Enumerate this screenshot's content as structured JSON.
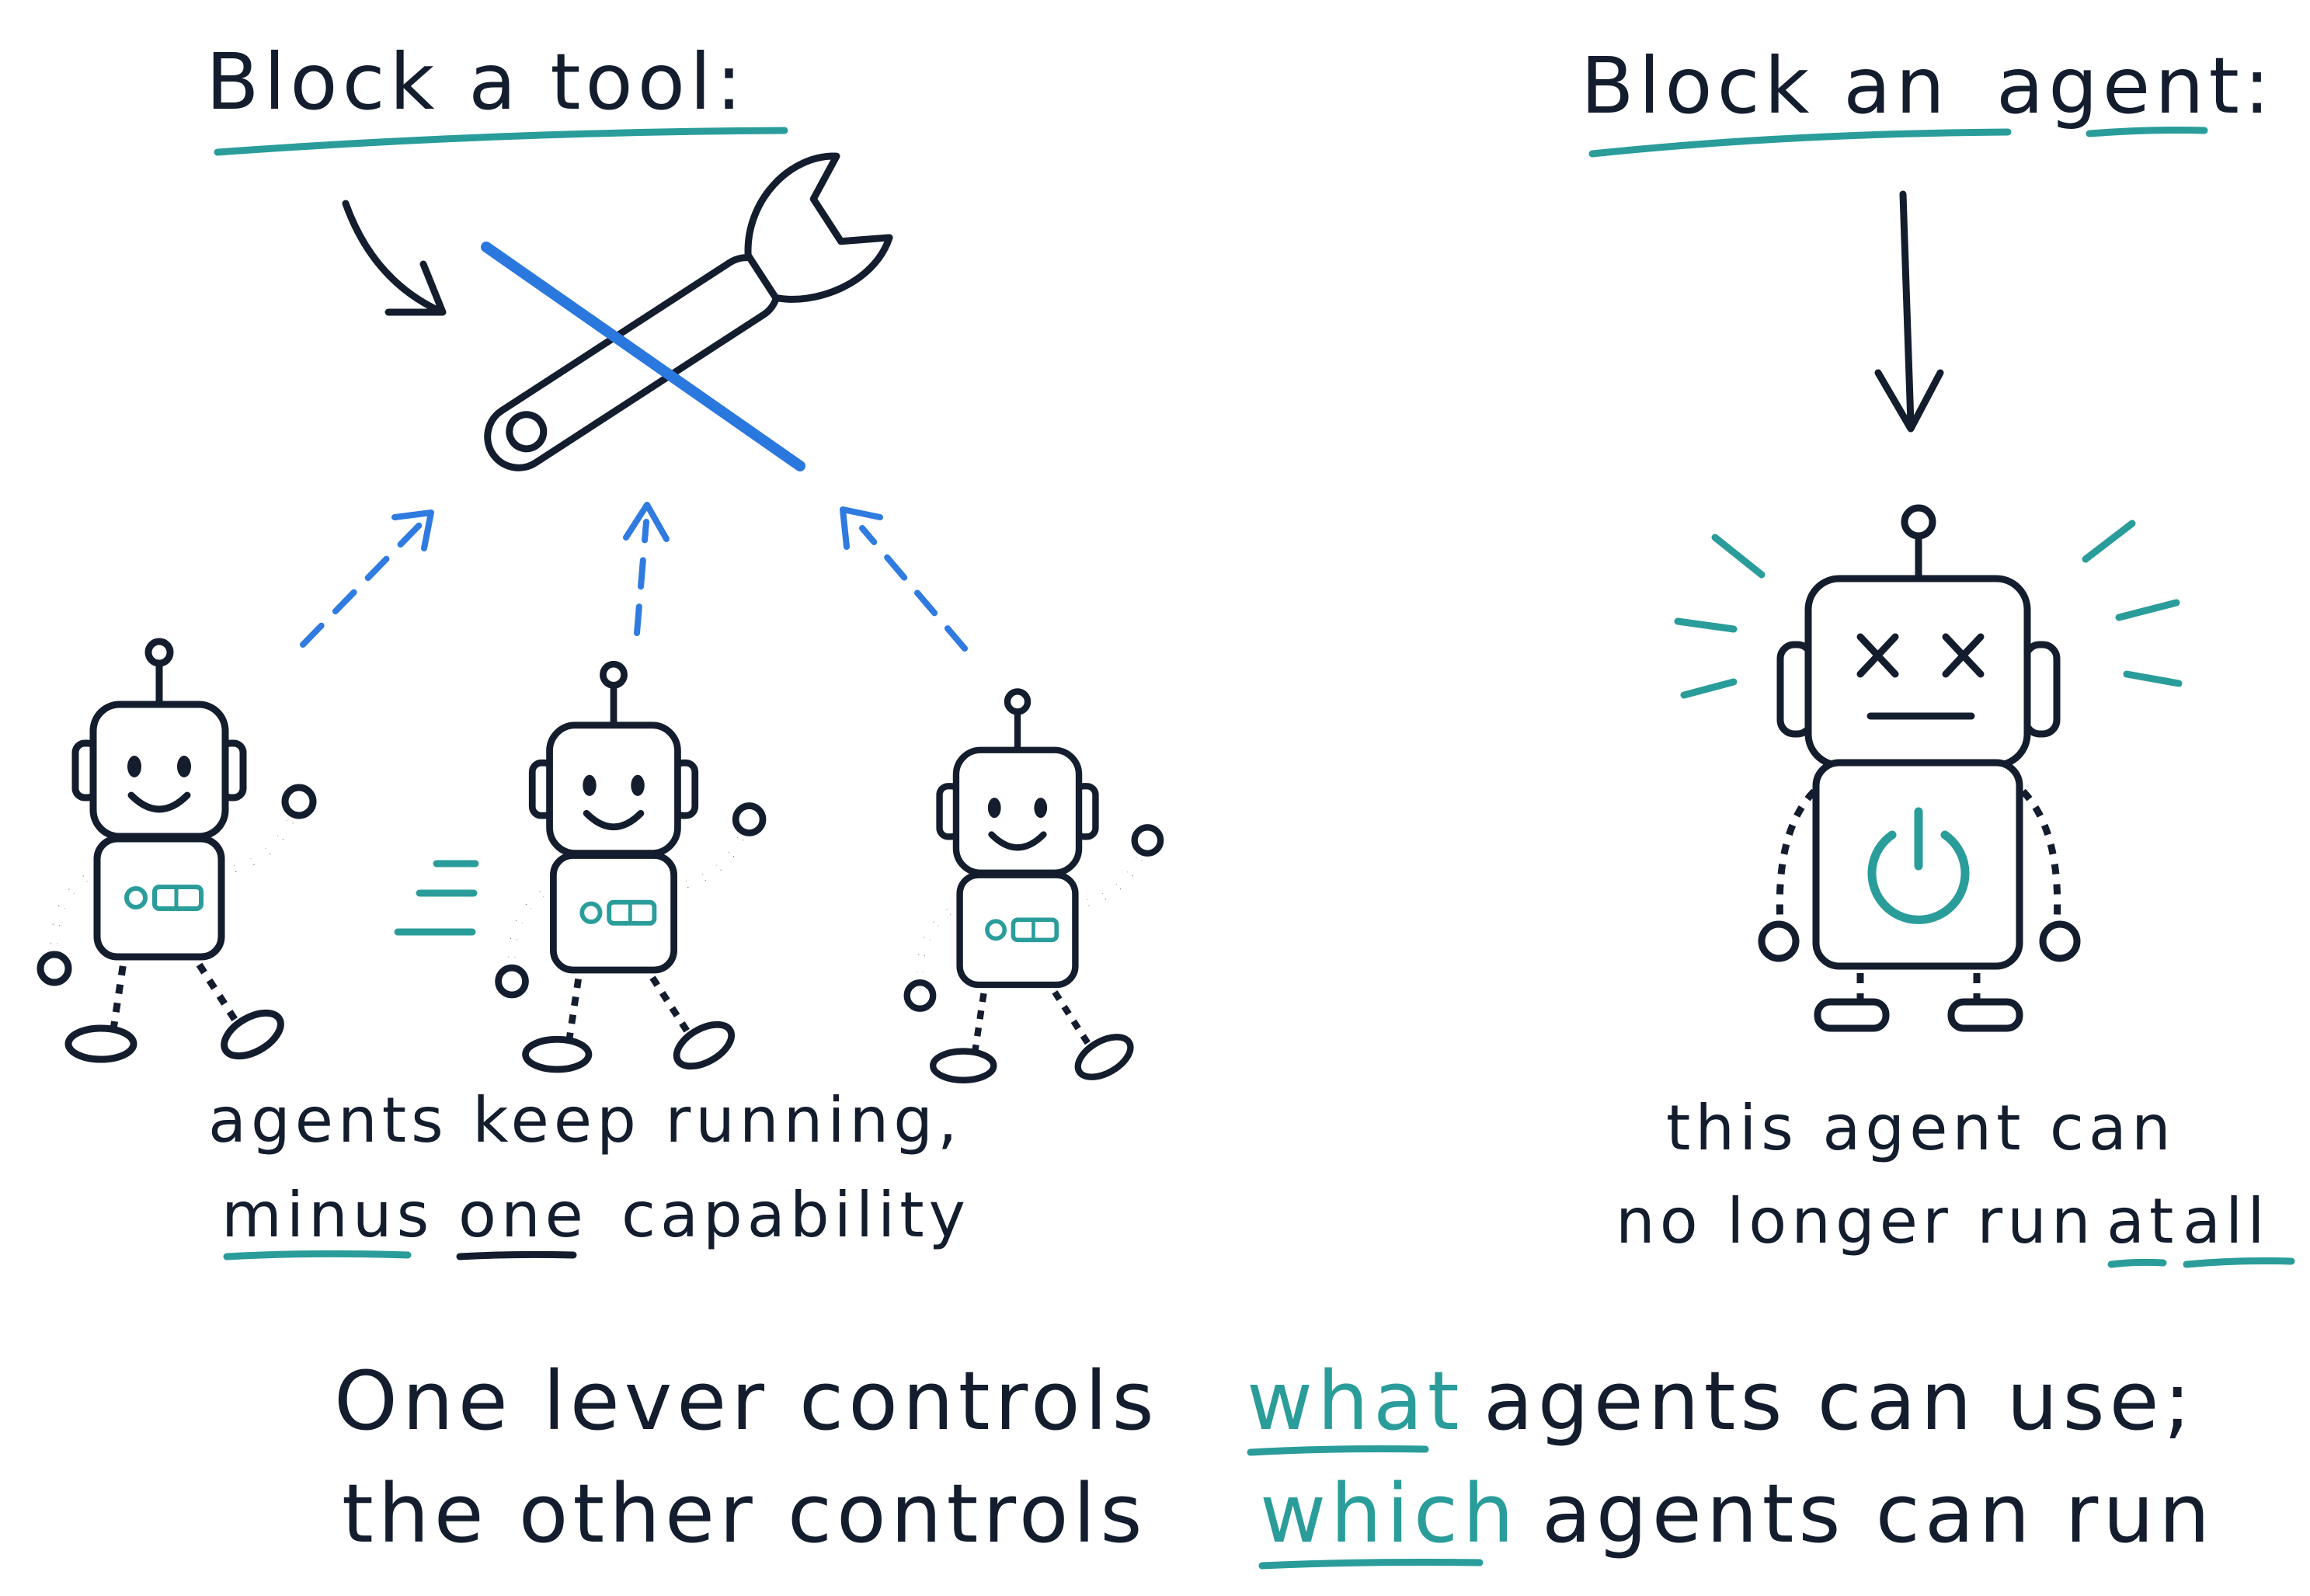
{
  "left_panel": {
    "heading": "Block a tool:",
    "caption_line1": "agents keep running,",
    "caption_line2_part1": "minus",
    "caption_line2_part2": "one",
    "caption_line2_part3": "capability"
  },
  "right_panel": {
    "heading_part1": "Block an",
    "heading_part2": "agent:",
    "caption_line1": "this agent can",
    "caption_line2_part1": "no longer run",
    "caption_line2_part2": "at",
    "caption_line2_part3": "all"
  },
  "footer": {
    "line1_part1": "One lever controls",
    "line1_highlight": "what",
    "line1_part2": "agents can use;",
    "line2_part1": "the other controls",
    "line2_highlight": "which",
    "line2_part2": "agents can run"
  },
  "icons": [
    "wrench-icon",
    "robot-icon",
    "power-icon",
    "arrow-icon"
  ],
  "colors": {
    "ink": "#141d2e",
    "teal": "#2a9d9b",
    "blue": "#2f7be0",
    "background": "#ffffff"
  }
}
